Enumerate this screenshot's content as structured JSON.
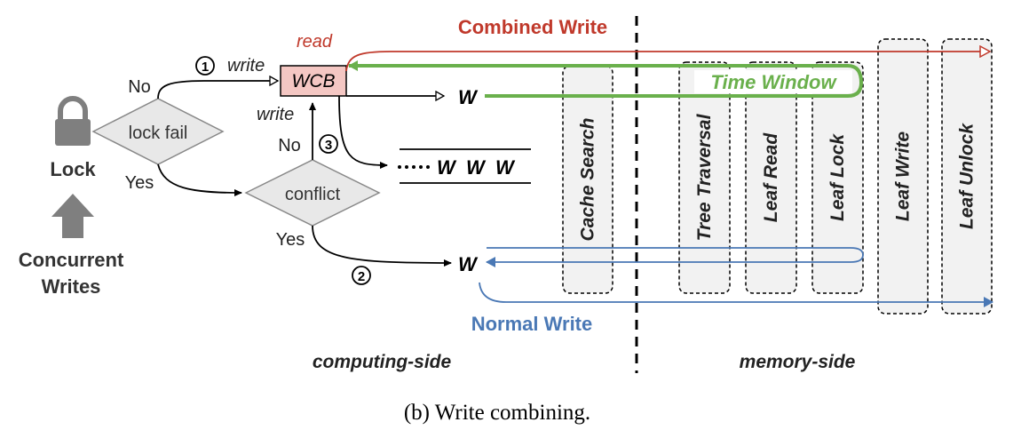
{
  "caption": "(b) Write combining.",
  "left_block": {
    "lock_label": "Lock",
    "concurrent_line1": "Concurrent",
    "concurrent_line2": "Writes"
  },
  "flow": {
    "lock_fail": "lock fail",
    "conflict": "conflict",
    "wcb": "WCB",
    "no_top": "No",
    "yes_left": "Yes",
    "no_mid": "No",
    "yes_bottom": "Yes",
    "write_top": "write",
    "write_mid": "write",
    "read": "read",
    "step1": "1",
    "step2": "2",
    "step3": "3",
    "w": "W",
    "queue": "W  W  W"
  },
  "labels": {
    "combined_write": "Combined Write",
    "time_window": "Time Window",
    "normal_write": "Normal Write",
    "computing_side": "computing-side",
    "memory_side": "memory-side"
  },
  "stages": [
    "Cache Search",
    "Tree Traversal",
    "Leaf Read",
    "Leaf Lock",
    "Leaf Write",
    "Leaf Unlock"
  ],
  "colors": {
    "red": "#c0392b",
    "green": "#6ab04c",
    "blue": "#4a78b5",
    "wcb_fill": "#f4c7c3",
    "diamond_fill": "#e8e8e8",
    "stage_fill": "#f2f2f2"
  }
}
